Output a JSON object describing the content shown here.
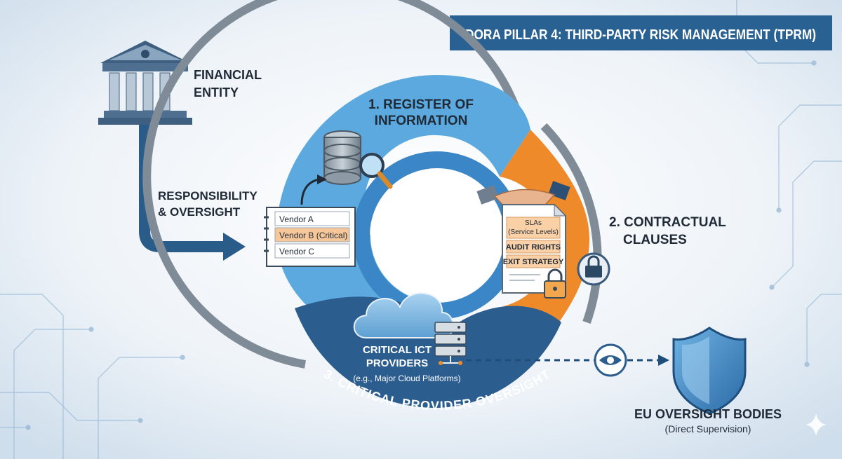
{
  "title": "DORA PILLAR 4: THIRD-PARTY RISK MANAGEMENT (TPRM)",
  "financial_entity": {
    "line1": "FINANCIAL",
    "line2": "ENTITY"
  },
  "responsibility": {
    "line1": "RESPONSIBILITY",
    "line2": "& OVERSIGHT"
  },
  "register": {
    "line1": "1. REGISTER OF",
    "line2": "INFORMATION",
    "vendors": [
      "Vendor A",
      "Vendor B (Critical)",
      "Vendor C"
    ]
  },
  "contractual": {
    "line1": "2. CONTRACTUAL",
    "line2": "CLAUSES",
    "items": [
      {
        "line1": "SLAs",
        "line2": "(Service Levels)"
      },
      {
        "line1": "AUDIT RIGHTS"
      },
      {
        "line1": "EXIT STRATEGY"
      }
    ]
  },
  "critical": {
    "line1": "CRITICAL ICT",
    "line2": "PROVIDERS",
    "line3": "(e.g., Major Cloud Platforms)",
    "arc_label": "3. CRITICAL PROVIDER OVERSIGHT"
  },
  "eu": {
    "line1": "EU OVERSIGHT BODIES",
    "line2": "(Direct Supervision)"
  },
  "colors": {
    "navy": "#1e4e7c",
    "light_blue": "#5ba9de",
    "orange": "#ef8a2b",
    "dark_blue": "#2b5d8f",
    "title_bg": "#2a6193"
  }
}
